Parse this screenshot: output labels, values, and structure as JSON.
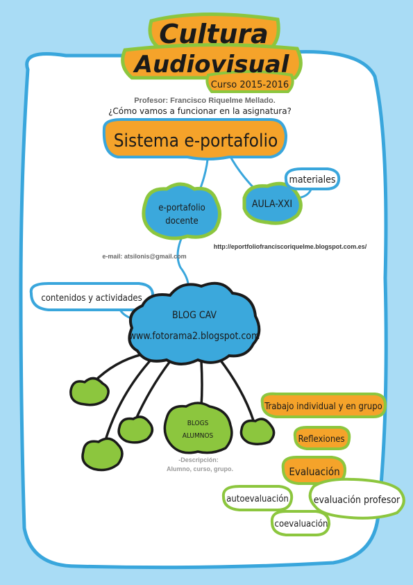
{
  "header": {
    "title_line1": "Cultura",
    "title_line2": "Audiovisual",
    "course": "Curso 2015-2016",
    "professor": "Profesor: Francisco Riquelme Mellado.",
    "question": "¿Cómo vamos a funcionar en la asignatura?"
  },
  "nodes": {
    "sistema": "Sistema e-portafolio",
    "eportafolio_line1": "e-portafolio",
    "eportafolio_line2": "docente",
    "aula": "AULA-XXI",
    "materiales": "materiales",
    "blog_line1": "BLOG CAV",
    "blog_line2": "www.fotorama2.blogspot.com",
    "contenidos": "contenidos y actividades",
    "blogs_line1": "BLOGS",
    "blogs_line2": "ALUMNOS",
    "trabajo": "Trabajo individual y en grupo",
    "reflexiones": "Reflexiones",
    "evaluacion": "Evaluación",
    "autoevaluacion": "autoevaluación",
    "evaluacion_profesor": "evaluación profesor",
    "coevaluacion": "coevaluación"
  },
  "links": {
    "email": "e-mail: atsilonis@gmail.com",
    "portfolio_url": "http://eportfoliofranciscoriquelme.blogspot.com.es/"
  },
  "descripcion": {
    "line1": "-Descripción:",
    "line2": "Alumno, curso, grupo."
  },
  "colors": {
    "background": "#a9dcf5",
    "sheet": "#ffffff",
    "orange": "#f5a32a",
    "green": "#8cc63e",
    "blue": "#3ba8dc",
    "outline_blue": "#39a6dc",
    "ink": "#1a1a1a"
  }
}
